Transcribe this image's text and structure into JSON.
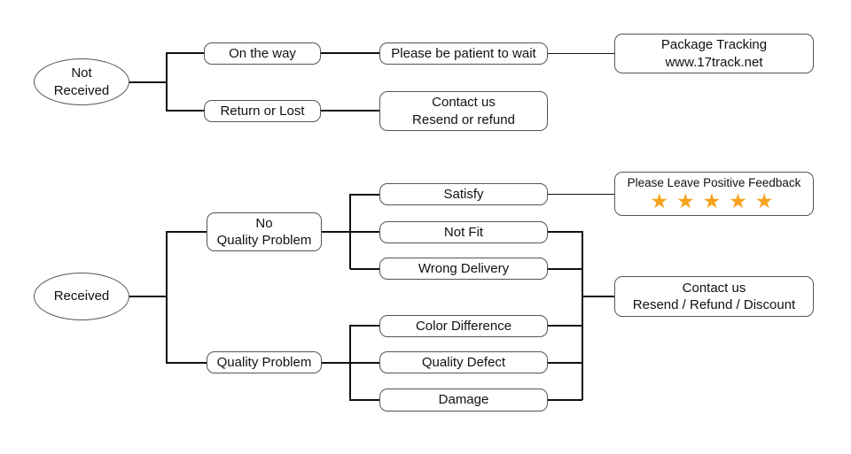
{
  "diagram_type": "flowchart",
  "topic": "order-received customer service decision flow",
  "colors": {
    "background": "#FFFFFF",
    "node_border": "#555555",
    "connector_line": "#111111",
    "text": "#111111",
    "star": "#F7A11C"
  },
  "nodes": {
    "not_received": {
      "line1": "Not",
      "line2": "Received"
    },
    "on_the_way": {
      "label": "On the way"
    },
    "please_be_patient": {
      "label": "Please be patient to wait"
    },
    "package_tracking": {
      "line1": "Package Tracking",
      "line2": "www.17track.net"
    },
    "return_or_lost": {
      "label": "Return or Lost"
    },
    "contact_resend_refund": {
      "line1": "Contact us",
      "line2": "Resend or refund"
    },
    "received": {
      "label": "Received"
    },
    "no_quality_problem": {
      "line1": "No",
      "line2": "Quality Problem"
    },
    "quality_problem": {
      "label": "Quality Problem"
    },
    "satisfy": {
      "label": "Satisfy"
    },
    "not_fit": {
      "label": "Not Fit"
    },
    "wrong_delivery": {
      "label": "Wrong Delivery"
    },
    "color_difference": {
      "label": "Color Difference"
    },
    "quality_defect": {
      "label": "Quality Defect"
    },
    "damage": {
      "label": "Damage"
    },
    "positive_feedback": {
      "label": "Please Leave Positive Feedback",
      "stars": 5,
      "stars_text": "★★★★★"
    },
    "contact_discount": {
      "line1": "Contact us",
      "line2": "Resend / Refund / Discount"
    }
  },
  "edges": [
    "Not Received -> On the way",
    "Not Received -> Return or Lost",
    "On the way -> Please be patient to wait",
    "Please be patient to wait -> Package Tracking www.17track.net",
    "Return or Lost -> Contact us Resend or refund",
    "Received -> No Quality Problem",
    "Received -> Quality Problem",
    "No Quality Problem -> Satisfy",
    "No Quality Problem -> Not Fit",
    "No Quality Problem -> Wrong Delivery",
    "Quality Problem -> Color Difference",
    "Quality Problem -> Quality Defect",
    "Quality Problem -> Damage",
    "Satisfy -> Please Leave Positive Feedback",
    "Not Fit -> Contact us Resend / Refund / Discount",
    "Wrong Delivery -> Contact us Resend / Refund / Discount",
    "Color Difference -> Contact us Resend / Refund / Discount",
    "Quality Defect -> Contact us Resend / Refund / Discount",
    "Damage -> Contact us Resend / Refund / Discount"
  ]
}
